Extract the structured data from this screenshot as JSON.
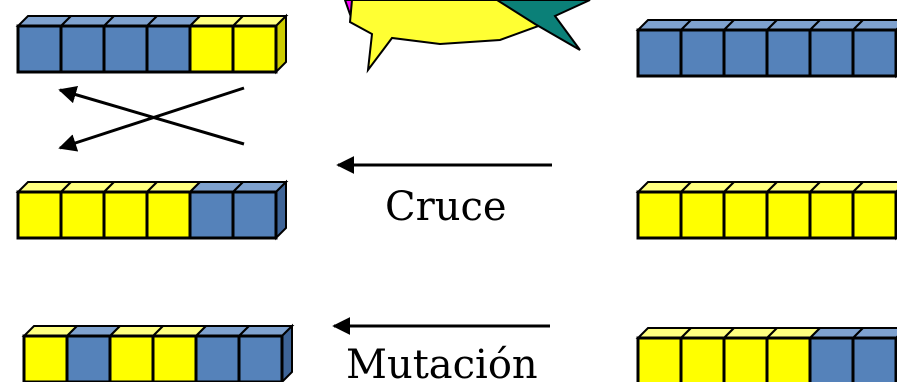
{
  "colors": {
    "blue": "#5582BA",
    "yellow": "#FFFF00",
    "outline": "#000000",
    "star_yellow": "#FFFF33",
    "star_magenta": "#FF00FF",
    "star_teal": "#0B8078"
  },
  "labels": {
    "crossover": "Cruce",
    "mutation": "Mutación"
  },
  "chromosomes": {
    "left_top": [
      "blue",
      "blue",
      "blue",
      "blue",
      "yellow",
      "yellow"
    ],
    "left_middle": [
      "yellow",
      "yellow",
      "yellow",
      "yellow",
      "blue",
      "blue"
    ],
    "left_bottom": [
      "yellow",
      "blue",
      "yellow",
      "yellow",
      "blue",
      "blue"
    ],
    "right_top": [
      "blue",
      "blue",
      "blue",
      "blue",
      "blue",
      "blue"
    ],
    "right_middle": [
      "yellow",
      "yellow",
      "yellow",
      "yellow",
      "yellow",
      "yellow"
    ],
    "right_bottom": [
      "yellow",
      "yellow",
      "yellow",
      "yellow",
      "blue",
      "blue"
    ]
  }
}
